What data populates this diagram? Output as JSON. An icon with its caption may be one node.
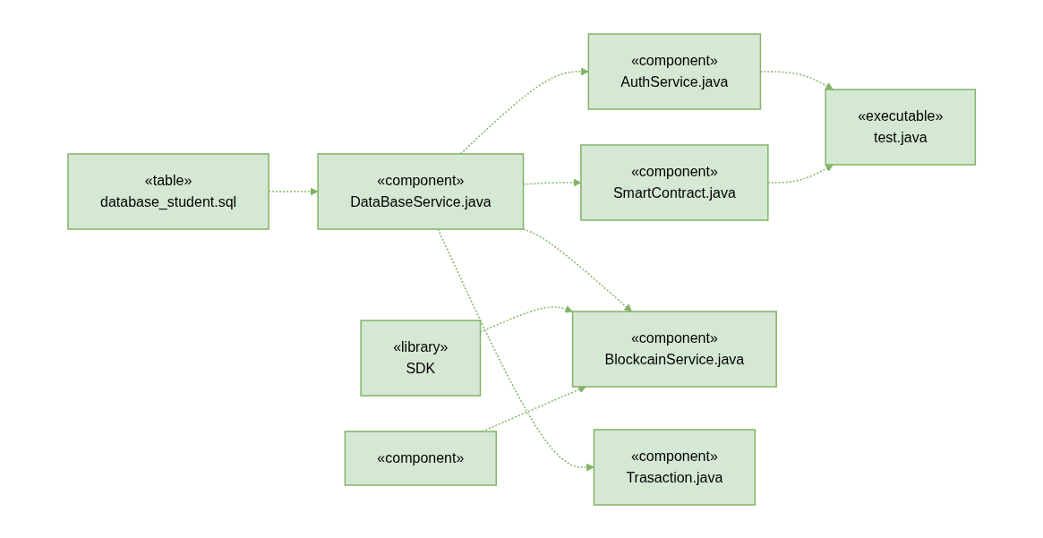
{
  "diagram": {
    "nodes": [
      {
        "text": [
          "«executable»",
          "test.java"
        ]
      },
      {
        "text": [
          "«component»",
          "AuthService.java"
        ]
      },
      {
        "text": [
          "«component»",
          "SmartContract.java"
        ]
      },
      {
        "text": [
          "«component»",
          "BlockcainService.java"
        ]
      },
      {
        "text": [
          "«library»",
          "SDK"
        ]
      },
      {
        "text": [
          "«component»",
          "DataBaseService.java"
        ]
      },
      {
        "text": [
          "«component»"
        ]
      },
      {
        "text": [
          "«component»",
          "Trasaction.java"
        ]
      },
      {
        "text": [
          "«table»",
          "database_student.sql"
        ]
      }
    ],
    "edges": [
      {
        "from": 1,
        "to": 0,
        "arrow": "to",
        "style": "dashed"
      },
      {
        "from": 2,
        "to": 0,
        "arrow": "to",
        "style": "dashed"
      },
      {
        "from": 5,
        "to": 1,
        "arrow": "to",
        "style": "dashed"
      },
      {
        "from": 5,
        "to": 2,
        "arrow": "to",
        "style": "dashed"
      },
      {
        "from": 5,
        "to": 3,
        "arrow": "to",
        "style": "dashed"
      },
      {
        "from": 5,
        "to": 7,
        "arrow": "to",
        "style": "dashed"
      },
      {
        "from": 8,
        "to": 5,
        "arrow": "to",
        "style": "dashed"
      },
      {
        "from": 4,
        "to": 3,
        "arrow": "to",
        "style": "dashed"
      },
      {
        "from": 6,
        "to": 3,
        "arrow": "to",
        "style": "dashed"
      }
    ]
  }
}
